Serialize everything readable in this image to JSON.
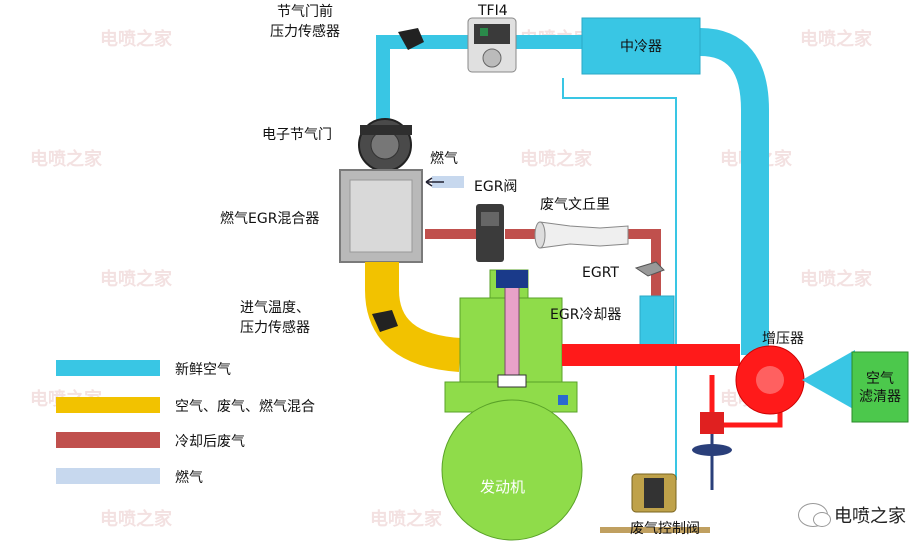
{
  "labels": {
    "throttle_pressure_sensor": [
      "节气门前",
      "压力传感器"
    ],
    "tfi4": "TFI4",
    "intercooler": "中冷器",
    "electronic_throttle": "电子节气门",
    "gas_top": "燃气",
    "egr_valve": "EGR阀",
    "gas_egr_mixer": "燃气EGR混合器",
    "venturi": "废气文丘里",
    "egrt": "EGRT",
    "intake_sensor": [
      "进气温度、",
      "压力传感器"
    ],
    "egr_cooler": "EGR冷却器",
    "turbo": "增压器",
    "air_filter": [
      "空气",
      "滤清器"
    ],
    "engine": "发动机",
    "wastegate_valve": "废气控制阀"
  },
  "legend": [
    {
      "label": "新鲜空气",
      "color": "#39c6e4"
    },
    {
      "label": "空气、废气、燃气混合",
      "color": "#f2c200"
    },
    {
      "label": "冷却后废气",
      "color": "#c0504d"
    },
    {
      "label": "燃气",
      "color": "#c7d8ee"
    }
  ],
  "footer": {
    "brand": "电喷之家",
    "watermark": "电喷之家"
  },
  "colors": {
    "fresh_air": "#39c6e4",
    "mixture": "#f2c200",
    "cooled_exhaust": "#c0504d",
    "exhaust": "#ff1a1a",
    "engine": "#8fdc4a"
  }
}
